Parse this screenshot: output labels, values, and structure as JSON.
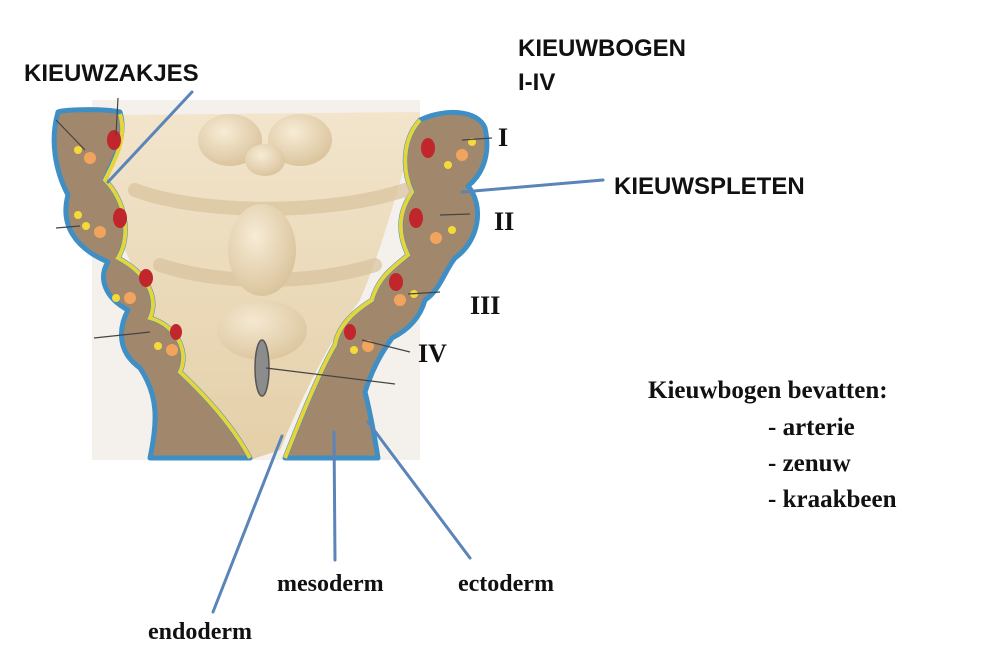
{
  "labels": {
    "kieuwbogen_title": "KIEUWBOGEN",
    "kieuwbogen_range": "I-IV",
    "kieuwzakjes": "KIEUWZAKJES",
    "kieuwspleten": "KIEUWSPLETEN",
    "arch_1": "I",
    "arch_2": "II",
    "arch_3": "III",
    "arch_4": "IV",
    "mesoderm": "mesoderm",
    "ectoderm": "ectoderm",
    "endoderm": "endoderm"
  },
  "contents": {
    "heading": "Kieuwbogen bevatten:",
    "items": [
      "- arterie",
      "- zenuw",
      "- kraakbeen"
    ]
  },
  "colors": {
    "ectoderm_blue": "#3f8fc4",
    "endoderm_yellow": "#e6d43a",
    "mesoderm_brown": "#a1886c",
    "pharynx_beige": "#ead7b4",
    "artery_red": "#c0262b",
    "nerve_yellow": "#f3da3a",
    "cartilage_orange": "#f1a45e",
    "pointer_line": "#5b84b8"
  }
}
